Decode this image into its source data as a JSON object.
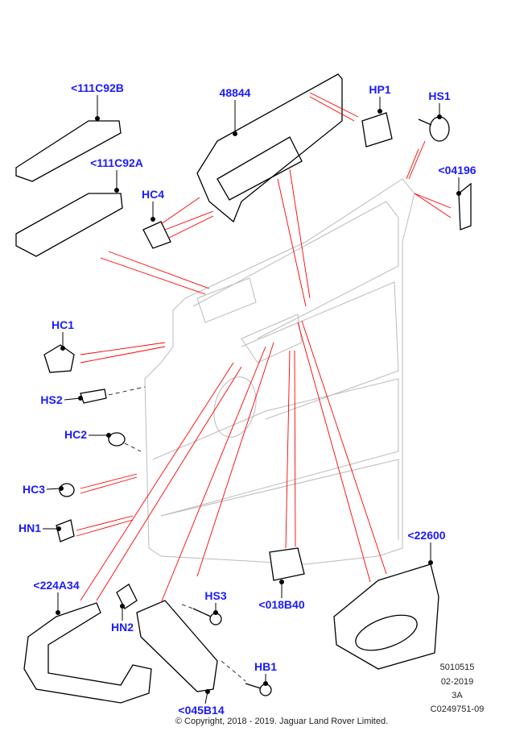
{
  "labels": {
    "p111C92B": "<111C92B",
    "p48844": "48844",
    "HP1": "HP1",
    "HS1": "HS1",
    "p111C92A": "<111C92A",
    "HC4": "HC4",
    "p04196": "<04196",
    "HC1": "HC1",
    "HS2": "HS2",
    "HC2": "HC2",
    "HC3": "HC3",
    "HN1": "HN1",
    "p22600": "<22600",
    "p224A34": "<224A34",
    "HN2": "HN2",
    "HS3": "HS3",
    "p018B40": "<018B40",
    "HB1": "HB1",
    "p045B14": "<045B14"
  },
  "meta": {
    "ref": "5010515",
    "date": "02-2019",
    "rev": "3A",
    "code": "C0249751-09"
  },
  "copyright": "© Copyright, 2018 - 2019. Jaguar Land Rover Limited.",
  "colors": {
    "label": "#1a1aff",
    "callout": "#ff0000",
    "panel": "#bbbbbb"
  }
}
